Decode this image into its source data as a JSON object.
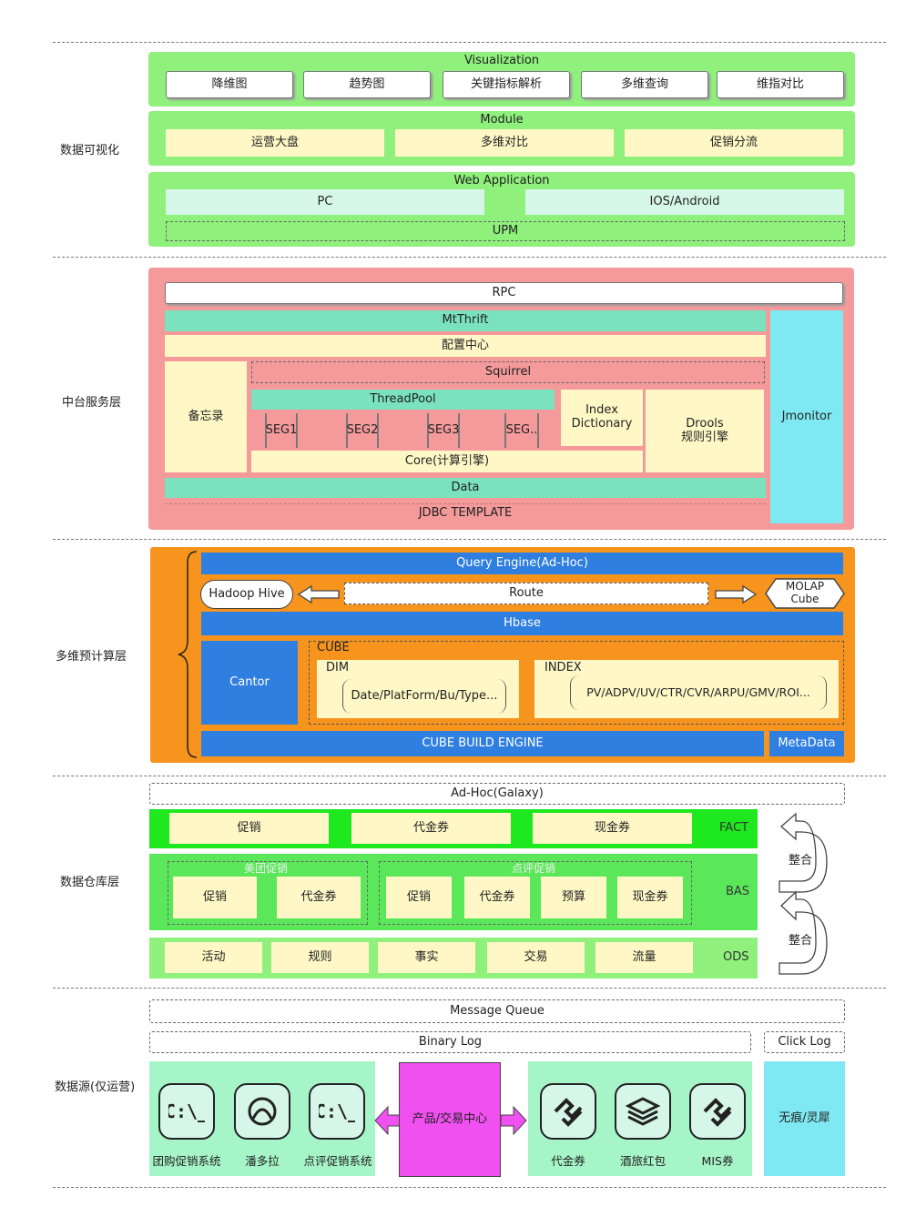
{
  "layers": {
    "vis": "数据可视化",
    "svc": "中台服务层",
    "olap": "多维预计算层",
    "dw": "数据仓库层",
    "src": "数据源(仅运营)"
  },
  "visualization": {
    "title": "Visualization",
    "buttons": [
      "降维图",
      "趋势图",
      "关键指标解析",
      "多维查询",
      "维指对比"
    ]
  },
  "module": {
    "title": "Module",
    "items": [
      "运营大盘",
      "多维对比",
      "促销分流"
    ]
  },
  "webapp": {
    "title": "Web Application",
    "pc": "PC",
    "mobile": "IOS/Android",
    "upm": "UPM"
  },
  "service": {
    "rpc": "RPC",
    "mtthrift": "MtThrift",
    "config": "配置中心",
    "memo": "备忘录",
    "squirrel": "Squirrel",
    "threadpool": "ThreadPool",
    "segs": [
      "SEG1",
      "SEG2",
      "SEG3",
      "SEG.."
    ],
    "core": "Core(计算引擎)",
    "index_dict": "Index\nDictionary",
    "drools": "Drools\n规则引擎",
    "data": "Data",
    "jdbc": "JDBC TEMPLATE",
    "jmonitor": "Jmonitor"
  },
  "olap": {
    "query_engine": "Query Engine(Ad-Hoc)",
    "hive": "Hadoop Hive",
    "route": "Route",
    "molap": "MOLAP\nCube",
    "hbase": "Hbase",
    "cantor": "Cantor",
    "cube": "CUBE",
    "dim": "DIM",
    "dim_values": "Date/PlatForm/Bu/Type...",
    "index": "INDEX",
    "index_values": "PV/ADPV/UV/CTR/CVR/ARPU/GMV/ROI...",
    "cube_build": "CUBE BUILD ENGINE",
    "metadata": "MetaData"
  },
  "dw": {
    "adhoc": "Ad-Hoc(Galaxy)",
    "fact_items": [
      "促销",
      "代金券",
      "现金券"
    ],
    "fact_label": "FACT",
    "bas_group1": "美团促销",
    "bas_group1_items": [
      "促销",
      "代金券"
    ],
    "bas_group2": "点评促销",
    "bas_group2_items": [
      "促销",
      "代金券",
      "预算",
      "现金券"
    ],
    "bas_label": "BAS",
    "ods_items": [
      "活动",
      "规则",
      "事实",
      "交易",
      "流量"
    ],
    "ods_label": "ODS",
    "integrate": [
      "整合",
      "整合"
    ]
  },
  "source": {
    "mq": "Message Queue",
    "binlog": "Binary Log",
    "clicklog": "Click Log",
    "left_systems": [
      "团购促销系统",
      "潘多拉",
      "点评促销系统"
    ],
    "center": "产品/交易中心",
    "right_systems": [
      "代金券",
      "酒旅红包",
      "MIS券"
    ],
    "far_right": "无痕/灵犀"
  },
  "colors": {
    "green": "#8ff07c",
    "red": "#f59a9a",
    "orange": "#f7941d",
    "blue": "#2f7fe0",
    "cyan": "#7ee9f2",
    "magenta": "#f050f0",
    "bright_green": "#1ee81e"
  }
}
